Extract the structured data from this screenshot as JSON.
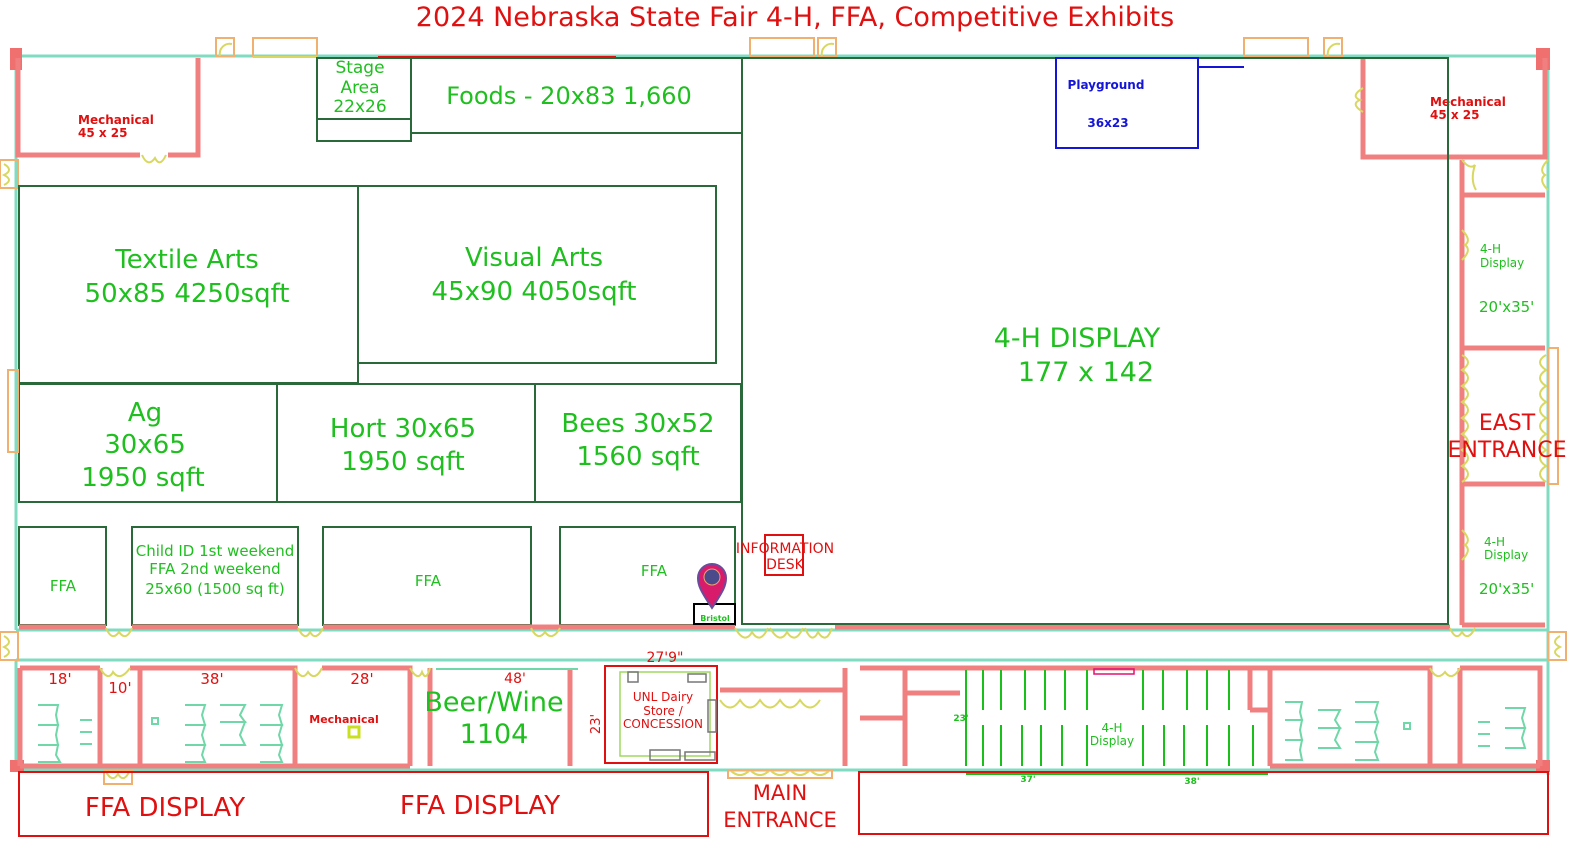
{
  "title": "2024 Nebraska State Fair 4-H, FFA, Competitive Exhibits",
  "colors": {
    "title": "#e01010",
    "exhibit_label": "#1fbf1f",
    "facility_label": "#e01010",
    "playground_label": "#1515d8",
    "exhibit_outline": "#2a6a3a",
    "wall": "#f08080",
    "exterior_wall": "#7fdcc0",
    "door": "#d8d860",
    "marker": "#d81b6a"
  },
  "rooms": {
    "mechanical_nw": {
      "name": "Mechanical",
      "size": "45 x 25"
    },
    "mechanical_ne": {
      "name": "Mechanical",
      "size": "45 x 25"
    },
    "stage": {
      "line1": "Stage",
      "line2": "Area",
      "line3": "22x26"
    },
    "foods": {
      "label": "Foods - 20x83 1,660"
    },
    "textile": {
      "line1": "Textile Arts",
      "line2": "50x85 4250sqft"
    },
    "visual": {
      "line1": "Visual Arts",
      "line2": "45x90 4050sqft"
    },
    "ag": {
      "line1": "Ag",
      "line2": "30x65",
      "line3": "1950 sqft"
    },
    "hort": {
      "line1": "Hort 30x65",
      "line2": "1950 sqft"
    },
    "bees": {
      "line1": "Bees 30x52",
      "line2": "1560 sqft"
    },
    "ffa_1": {
      "label": "FFA"
    },
    "child_id": {
      "line1": "Child ID 1st weekend",
      "line2": "FFA 2nd weekend",
      "line3": "25x60 (1500 sq ft)"
    },
    "ffa_2": {
      "label": "FFA"
    },
    "ffa_3": {
      "label": "FFA"
    },
    "playground": {
      "name": "Playground",
      "size": "36x23"
    },
    "display_4h_main": {
      "line1": "4-H DISPLAY",
      "line2": "177 x 142"
    },
    "display_4h_east_1": {
      "line1": "4-H",
      "line2": "Display",
      "size": "20'x35'"
    },
    "display_4h_east_2": {
      "line1": "4-H",
      "line2": "Display",
      "size": "20'x35'"
    },
    "information_desk": {
      "line1": "INFORMATION",
      "line2": "DESK"
    },
    "east_entrance": {
      "line1": "EAST",
      "line2": "ENTRANCE"
    },
    "main_entrance": {
      "line1": "MAIN",
      "line2": "ENTRANCE"
    },
    "mechanical_south": {
      "name": "Mechanical"
    },
    "beer_wine": {
      "line1": "Beer/Wine",
      "line2": "1104"
    },
    "unl_dairy": {
      "line1": "UNL Dairy",
      "line2": "Store /",
      "line3": "CONCESSION"
    },
    "display_4h_south": {
      "line1": "4-H",
      "line2": "Display"
    },
    "ffa_display_1": {
      "label": "FFA DISPLAY"
    },
    "ffa_display_2": {
      "label": "FFA DISPLAY"
    }
  },
  "dimensions": {
    "rest_w1": "18'",
    "corridor_10": "10'",
    "rest_w2": "38'",
    "mech_28": "28'",
    "beer_48": "48'",
    "dairy_w": "27'9\"",
    "dairy_h": "23'",
    "display_23": "23'",
    "display_37": "37'",
    "display_38": "38'"
  },
  "marker": {
    "label": "Bristol",
    "icon": "map-pin-icon"
  }
}
